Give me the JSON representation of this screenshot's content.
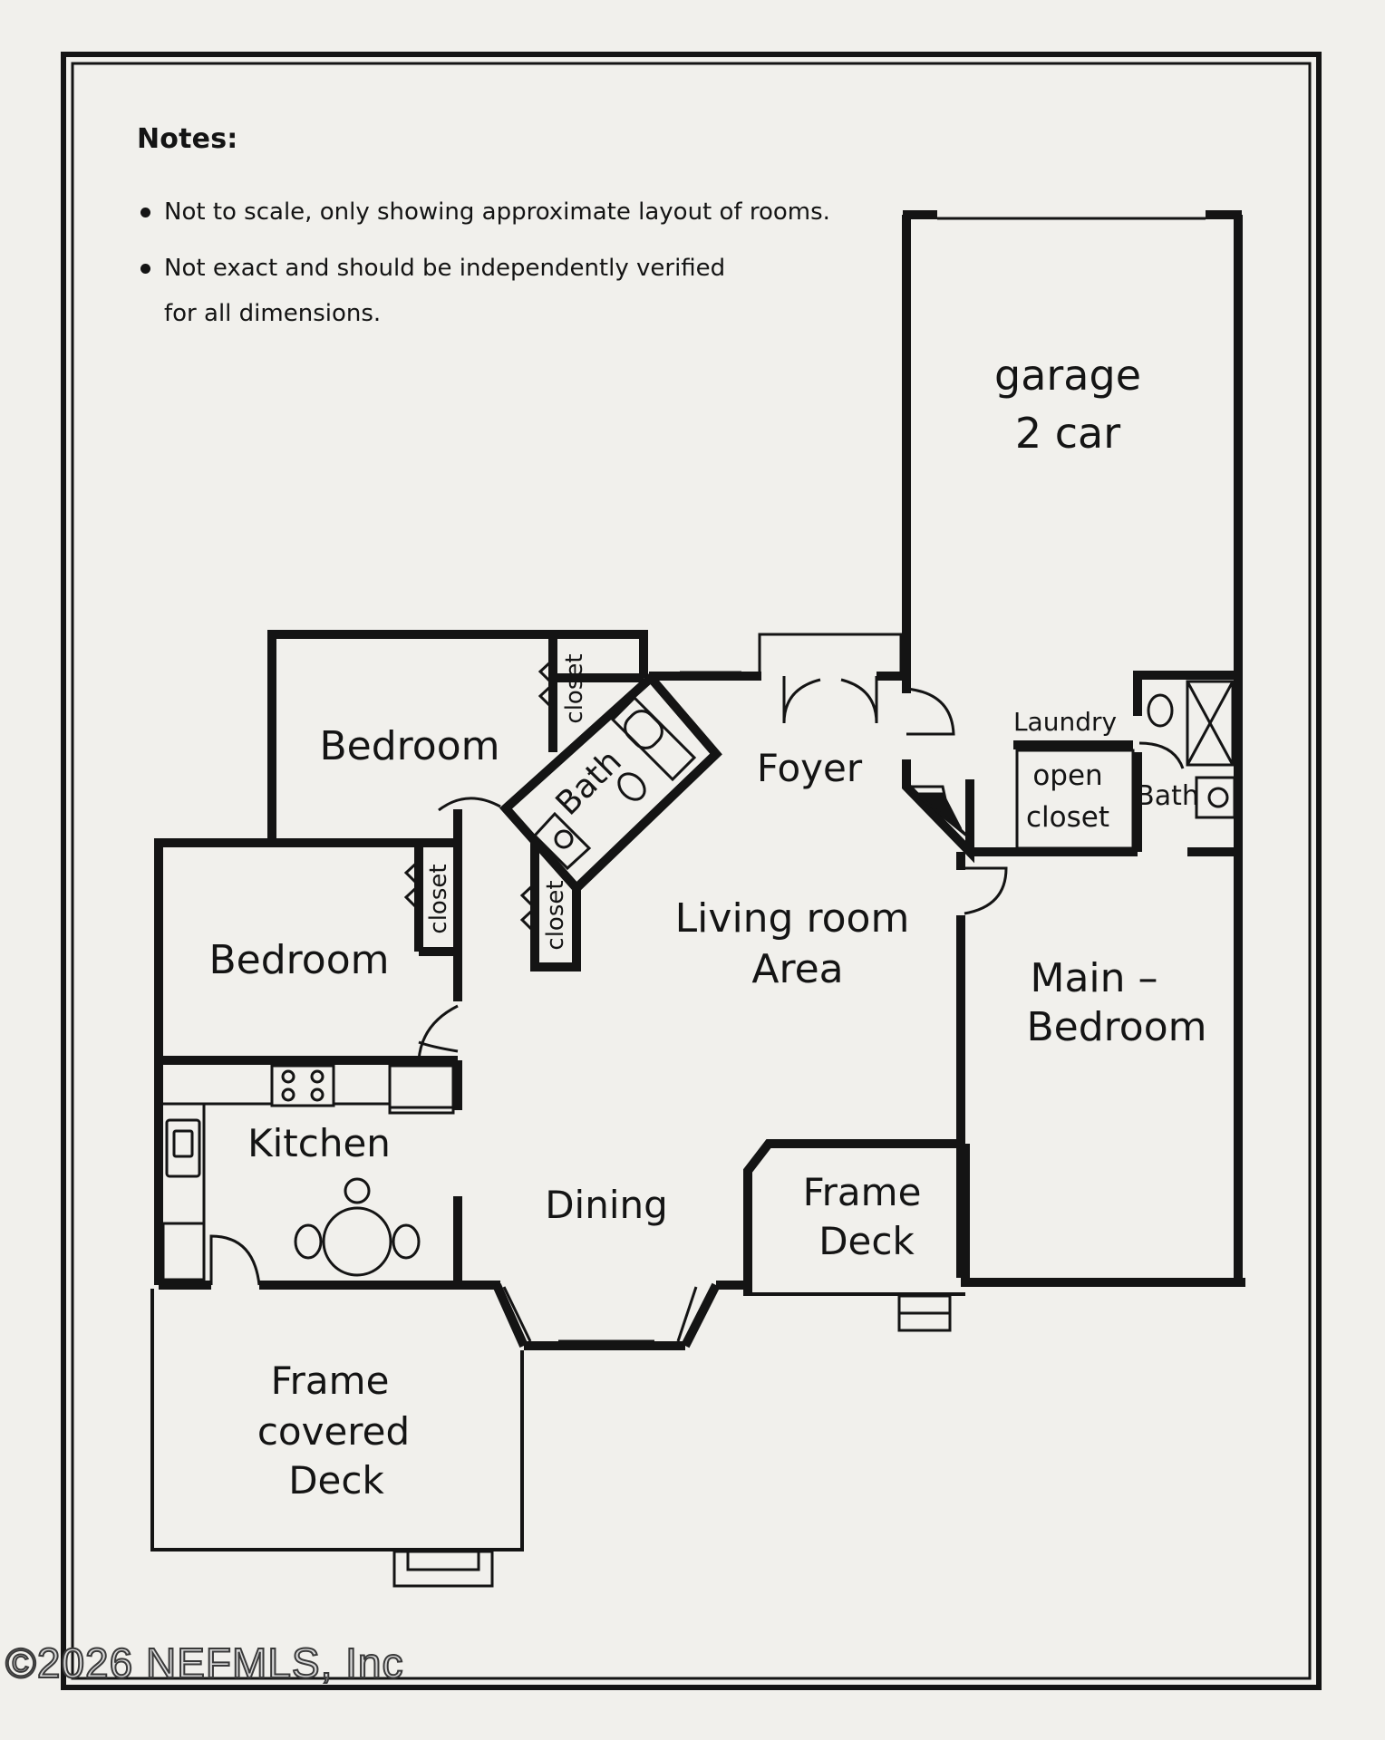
{
  "notes": {
    "title": "Notes:",
    "items": [
      "Not to scale, only showing approximate layout of rooms.",
      "Not exact and should be independently verified for all dimensions."
    ]
  },
  "rooms": {
    "garage_line1": "garage",
    "garage_line2": "2 car",
    "bedroom_upper": "Bedroom",
    "bedroom_lower": "Bedroom",
    "bath_hall": "Bath",
    "closet_top": "closet",
    "closet_bedroom": "closet",
    "closet_hall": "closet",
    "foyer": "Foyer",
    "laundry": "Laundry",
    "open_closet_line1": "open",
    "open_closet_line2": "closet",
    "bath_main": "Bath",
    "living_line1": "Living room",
    "living_line2": "Area",
    "main_bedroom_line1": "Main –",
    "main_bedroom_line2": "Bedroom",
    "kitchen": "Kitchen",
    "dining": "Dining",
    "frame_deck_line1": "Frame",
    "frame_deck_line2": "Deck",
    "covered_deck_line1": "Frame",
    "covered_deck_line2": "covered",
    "covered_deck_line3": "Deck"
  },
  "copyright": "©2026 NEFMLS, Inc",
  "colors": {
    "background": "#f1f0ec",
    "wall": "#141414"
  }
}
